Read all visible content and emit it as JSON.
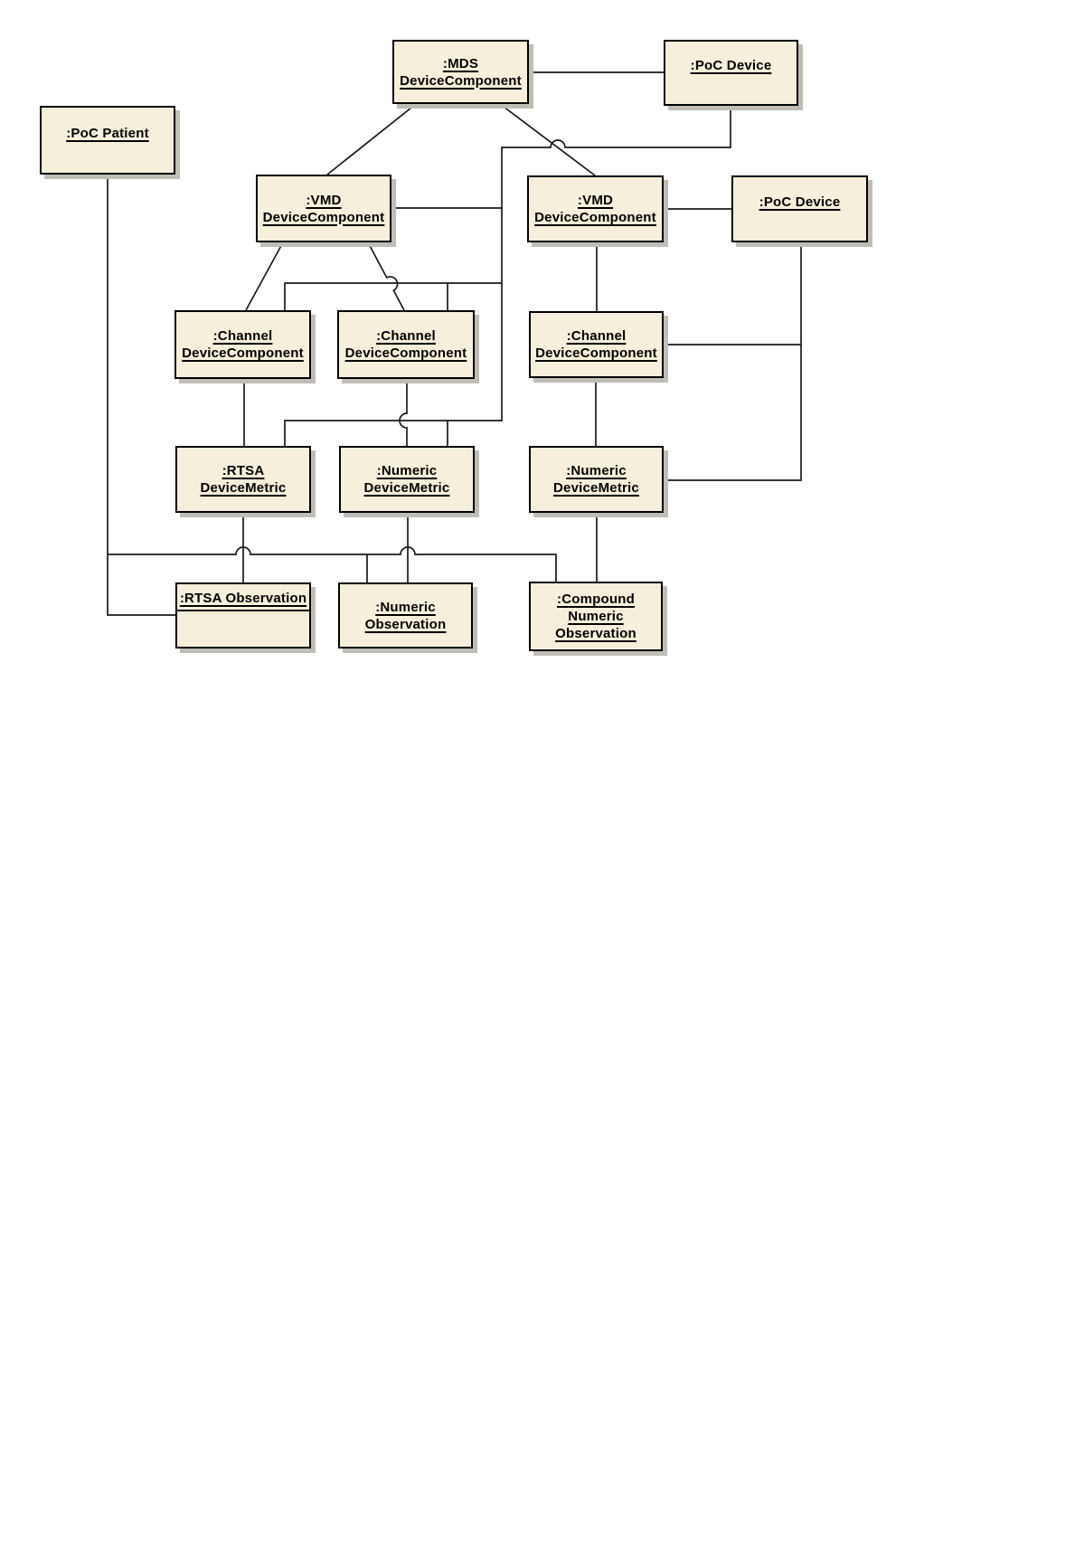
{
  "diagram": {
    "type": "uml-object-diagram",
    "colors": {
      "background": "#ffffff",
      "box_fill": "#f6efdb",
      "box_border": "#000000",
      "box_shadow": "#bfbdb6",
      "connector": "#1a1a1a",
      "text": "#000000"
    },
    "objects": [
      {
        "id": "mds-device-component",
        "lines": [
          ":MDS",
          "DeviceComponent"
        ]
      },
      {
        "id": "poc-device-top",
        "lines": [
          ":PoC Device"
        ]
      },
      {
        "id": "poc-patient",
        "lines": [
          ":PoC Patient"
        ]
      },
      {
        "id": "vmd-device-component-left",
        "lines": [
          ":VMD",
          "DeviceComponent"
        ]
      },
      {
        "id": "vmd-device-component-right",
        "lines": [
          ":VMD",
          "DeviceComponent"
        ]
      },
      {
        "id": "poc-device-right",
        "lines": [
          ":PoC Device"
        ]
      },
      {
        "id": "channel-device-component-left",
        "lines": [
          ":Channel",
          "DeviceComponent"
        ]
      },
      {
        "id": "channel-device-component-mid",
        "lines": [
          ":Channel",
          "DeviceComponent"
        ]
      },
      {
        "id": "channel-device-component-right",
        "lines": [
          ":Channel",
          "DeviceComponent"
        ]
      },
      {
        "id": "rtsa-device-metric",
        "lines": [
          ":RTSA",
          "DeviceMetric"
        ]
      },
      {
        "id": "numeric-device-metric-mid",
        "lines": [
          ":Numeric",
          "DeviceMetric"
        ]
      },
      {
        "id": "numeric-device-metric-right",
        "lines": [
          ":Numeric",
          "DeviceMetric"
        ]
      },
      {
        "id": "rtsa-observation",
        "lines": [
          ":RTSA Observation"
        ]
      },
      {
        "id": "numeric-observation",
        "lines": [
          ":Numeric",
          "Observation"
        ]
      },
      {
        "id": "compound-numeric-observation",
        "lines": [
          ":Compound",
          "Numeric",
          "Observation"
        ]
      }
    ]
  }
}
